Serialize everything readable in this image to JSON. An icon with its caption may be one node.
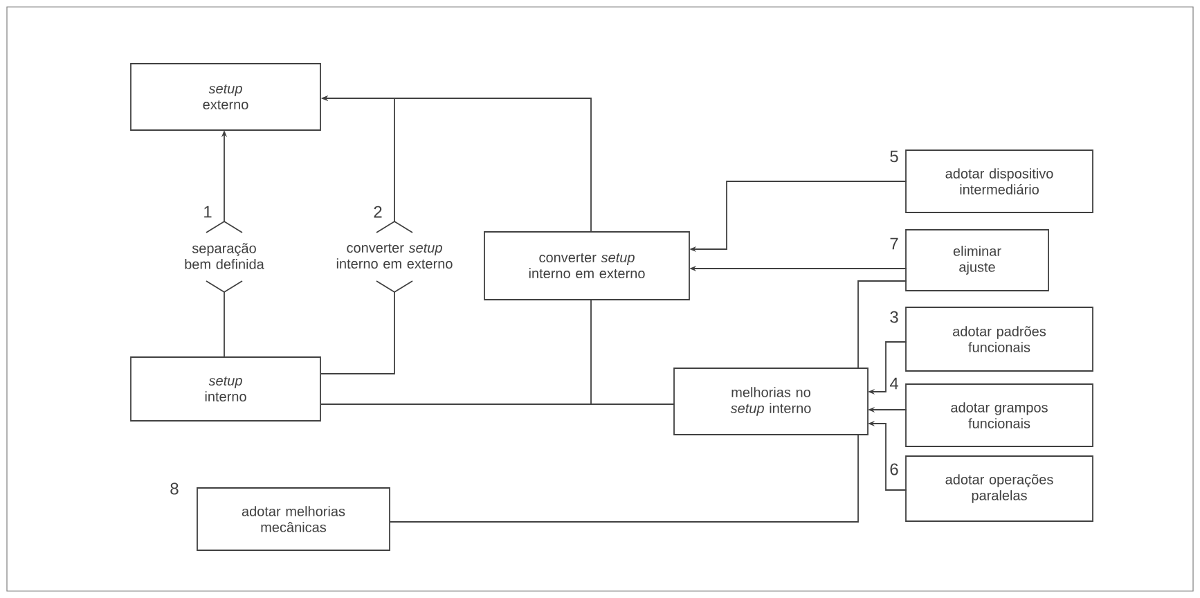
{
  "diagram": {
    "nodes": [
      {
        "text": [
          "*setup* externo"
        ]
      },
      {
        "text": [
          "separação bem definida"
        ]
      },
      {
        "text": [
          "converter *setup* interno em externo"
        ]
      },
      {
        "text": [
          "*setup* interno"
        ]
      },
      {
        "text": [
          "converter *setup* interno em externo"
        ]
      },
      {
        "text": [
          "melhorias no *setup* interno"
        ]
      },
      {
        "text": [
          "adotar dispositivo intermediário"
        ]
      },
      {
        "text": [
          "eliminar ajuste"
        ]
      },
      {
        "text": [
          "adotar padrões funcionais"
        ]
      },
      {
        "text": [
          "adotar grampos funcionais"
        ]
      },
      {
        "text": [
          "adotar operações paralelas"
        ]
      },
      {
        "text": [
          "adotar melhorias mecânicas"
        ]
      }
    ],
    "edges": [
      {
        "from": 3,
        "to": 1,
        "arrow": "other"
      },
      {
        "from": 1,
        "to": 0,
        "arrow": "to"
      },
      {
        "from": 3,
        "to": 2,
        "arrow": "other"
      },
      {
        "from": 2,
        "to": 0,
        "arrow": "to"
      },
      {
        "from": 4,
        "to": 0,
        "arrow": "to"
      },
      {
        "from": 3,
        "to": 4,
        "arrow": "none"
      },
      {
        "from": 3,
        "to": 5,
        "arrow": "none"
      },
      {
        "from": 6,
        "to": 4,
        "arrow": "to"
      },
      {
        "from": 7,
        "to": 4,
        "arrow": "to"
      },
      {
        "from": 7,
        "to": 5,
        "arrow": "none"
      },
      {
        "from": 8,
        "to": 5,
        "arrow": "to"
      },
      {
        "from": 9,
        "to": 5,
        "arrow": "to"
      },
      {
        "from": 10,
        "to": 5,
        "arrow": "to"
      },
      {
        "from": 11,
        "to": 5,
        "arrow": "none"
      }
    ],
    "labels": [
      "1",
      "2",
      "5",
      "7",
      "3",
      "4",
      "6",
      "8"
    ]
  }
}
